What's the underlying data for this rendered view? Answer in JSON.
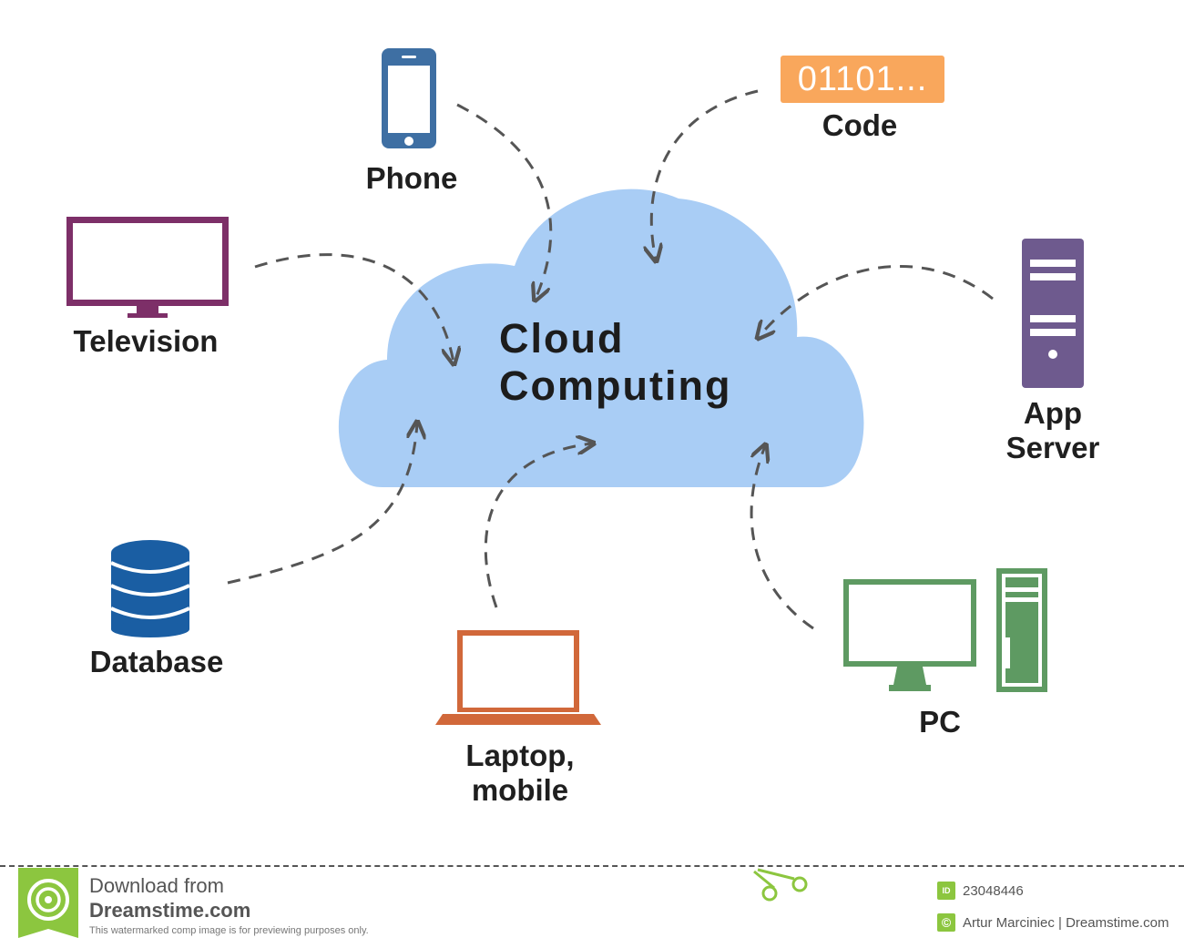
{
  "diagram": {
    "center": {
      "line1": "Cloud",
      "line2": "Computing"
    },
    "nodes": {
      "phone": {
        "label": "Phone"
      },
      "code": {
        "badge": "01101...",
        "label": "Code"
      },
      "television": {
        "label": "Television"
      },
      "app_server": {
        "line1": "App",
        "line2": "Server"
      },
      "database": {
        "label": "Database"
      },
      "laptop": {
        "line1": "Laptop,",
        "line2": "mobile"
      },
      "pc": {
        "label": "PC"
      }
    },
    "colors": {
      "cloud": "#a9cdf5",
      "phone": "#3e6fa3",
      "code": "#f9a75c",
      "television": "#7d2f68",
      "app_server": "#6e5a8e",
      "database": "#1a5ea3",
      "laptop": "#d1683a",
      "pc": "#5e9a62",
      "arrow": "#555555"
    },
    "icons": [
      "phone-icon",
      "television-icon",
      "server-icon",
      "database-icon",
      "laptop-icon",
      "desktop-pc-icon"
    ]
  },
  "footer": {
    "download": "Download from",
    "brand": "Dreamstime.com",
    "note": "This watermarked comp image is for previewing purposes only.",
    "id_tag": "ID",
    "id": "23048446",
    "copyright_tag": "©",
    "credit": "Artur Marciniec | Dreamstime.com",
    "icons": [
      "dreamstime-logo-icon",
      "scissors-icon"
    ]
  }
}
